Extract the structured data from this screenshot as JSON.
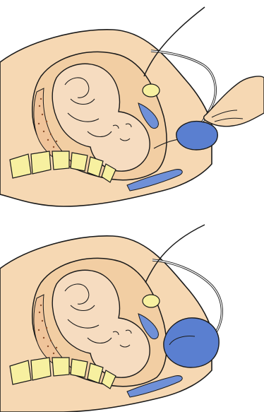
{
  "figure": {
    "panels": [
      {
        "id": "top",
        "depicts": "vacuum-extractor-cup-positioned-by-hand"
      },
      {
        "id": "bottom",
        "depicts": "vacuum-extractor-cup-applied-to-fetal-head"
      }
    ],
    "colors": {
      "skin": "#f6d8b3",
      "outline": "#1a1a1a",
      "uterus_wall": "#f2cea3",
      "placenta_dots": "#f0c49a",
      "dot": "#8a4e2a",
      "device_blue": "#5a7fd0",
      "organ_blue": "#6f90d8",
      "bone_yellow": "#f7f0a0",
      "white": "#ffffff"
    }
  }
}
